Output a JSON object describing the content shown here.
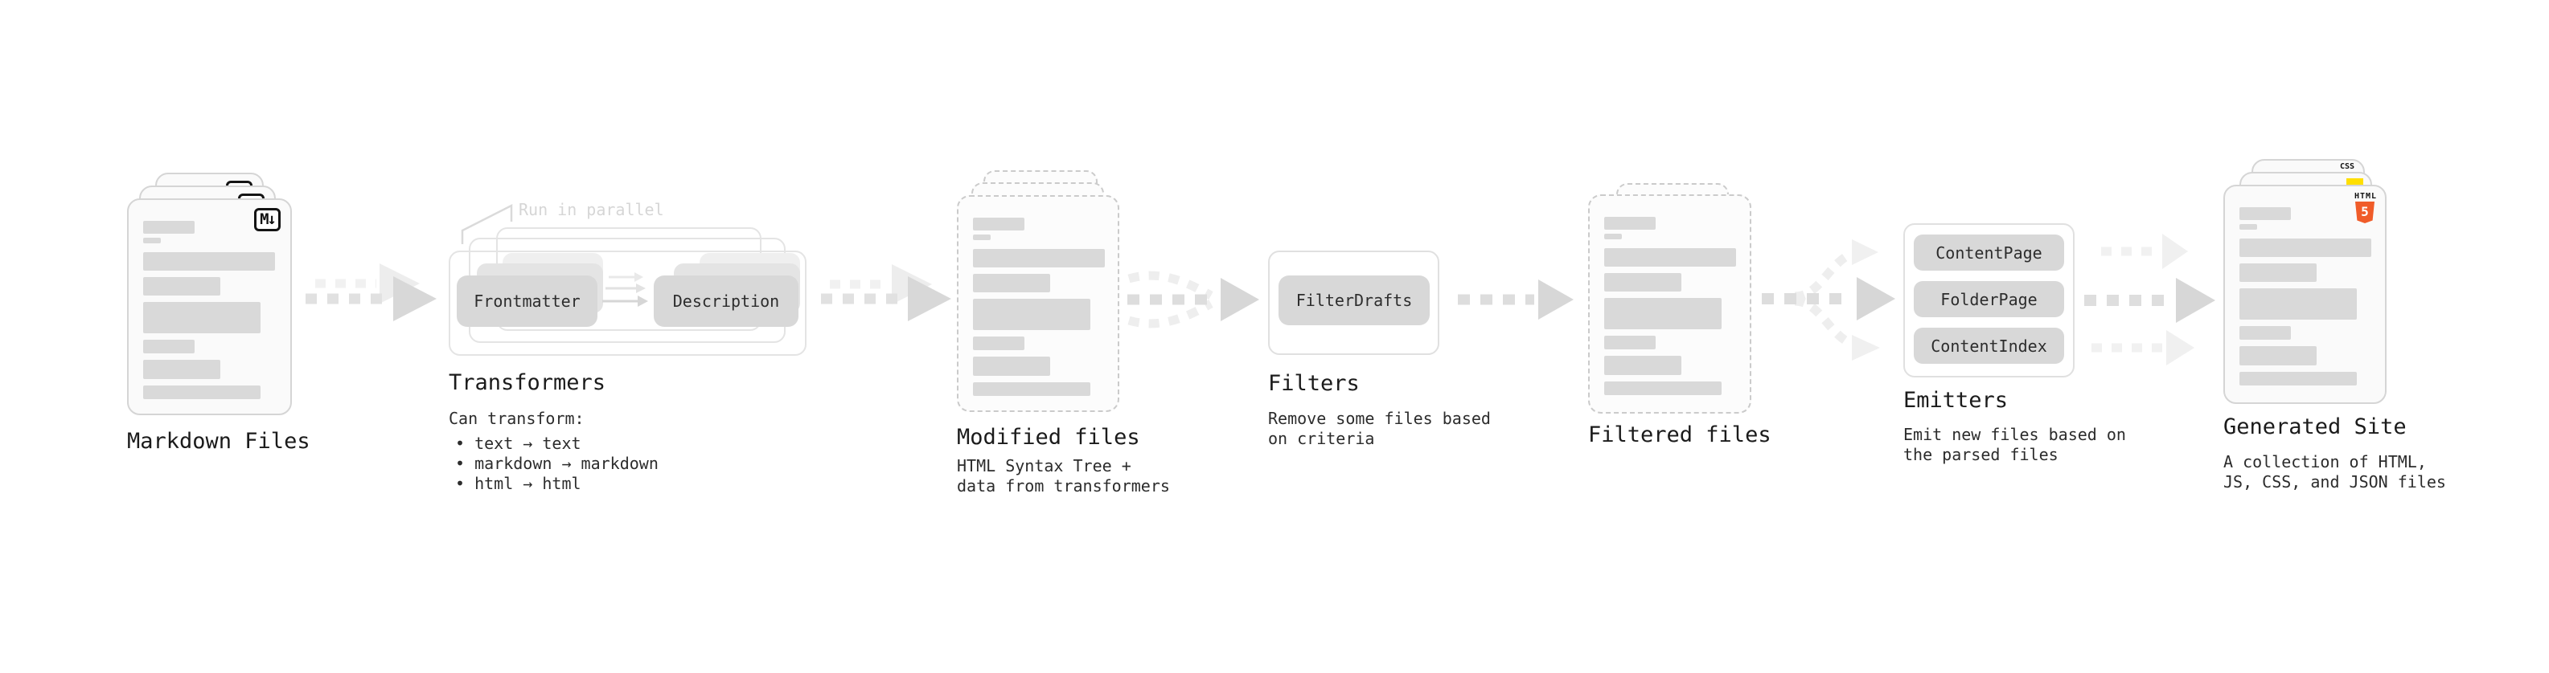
{
  "stages": {
    "markdown": {
      "label": "Markdown Files"
    },
    "transformers": {
      "label": "Transformers",
      "callout": "Run in parallel",
      "left_pill": "Frontmatter",
      "right_pill": "Description",
      "desc_title": "Can transform:",
      "bullets": [
        "• text → text",
        "• markdown → markdown",
        "• html → html"
      ]
    },
    "modified": {
      "label": "Modified files",
      "desc": "HTML Syntax Tree +\ndata from transformers"
    },
    "filters": {
      "label": "Filters",
      "pill": "FilterDrafts",
      "desc": "Remove some files based\non criteria"
    },
    "filtered": {
      "label": "Filtered files"
    },
    "emitters": {
      "label": "Emitters",
      "pills": [
        "ContentPage",
        "FolderPage",
        "ContentIndex"
      ],
      "desc": "Emit new files based on\nthe parsed files"
    },
    "generated": {
      "label": "Generated Site",
      "desc": "A collection of HTML,\nJS, CSS, and JSON files"
    }
  },
  "badges": {
    "markdown": "M↓",
    "css": "CSS",
    "html": "HTML",
    "html5_number": "5"
  },
  "icons": {
    "markdown": "markdown-icon",
    "html5": "html5-icon",
    "css": "css-icon",
    "js": "js-icon"
  },
  "colors": {
    "accent_orange": "#f05c29",
    "accent_yellow": "#ffdf00",
    "accent_blue": "#2f5ae0",
    "bar_gray": "#d9d9d9",
    "badge_border": "#141414",
    "arrow_dark": "#dedede",
    "arrow_light": "#f0f0f0"
  }
}
